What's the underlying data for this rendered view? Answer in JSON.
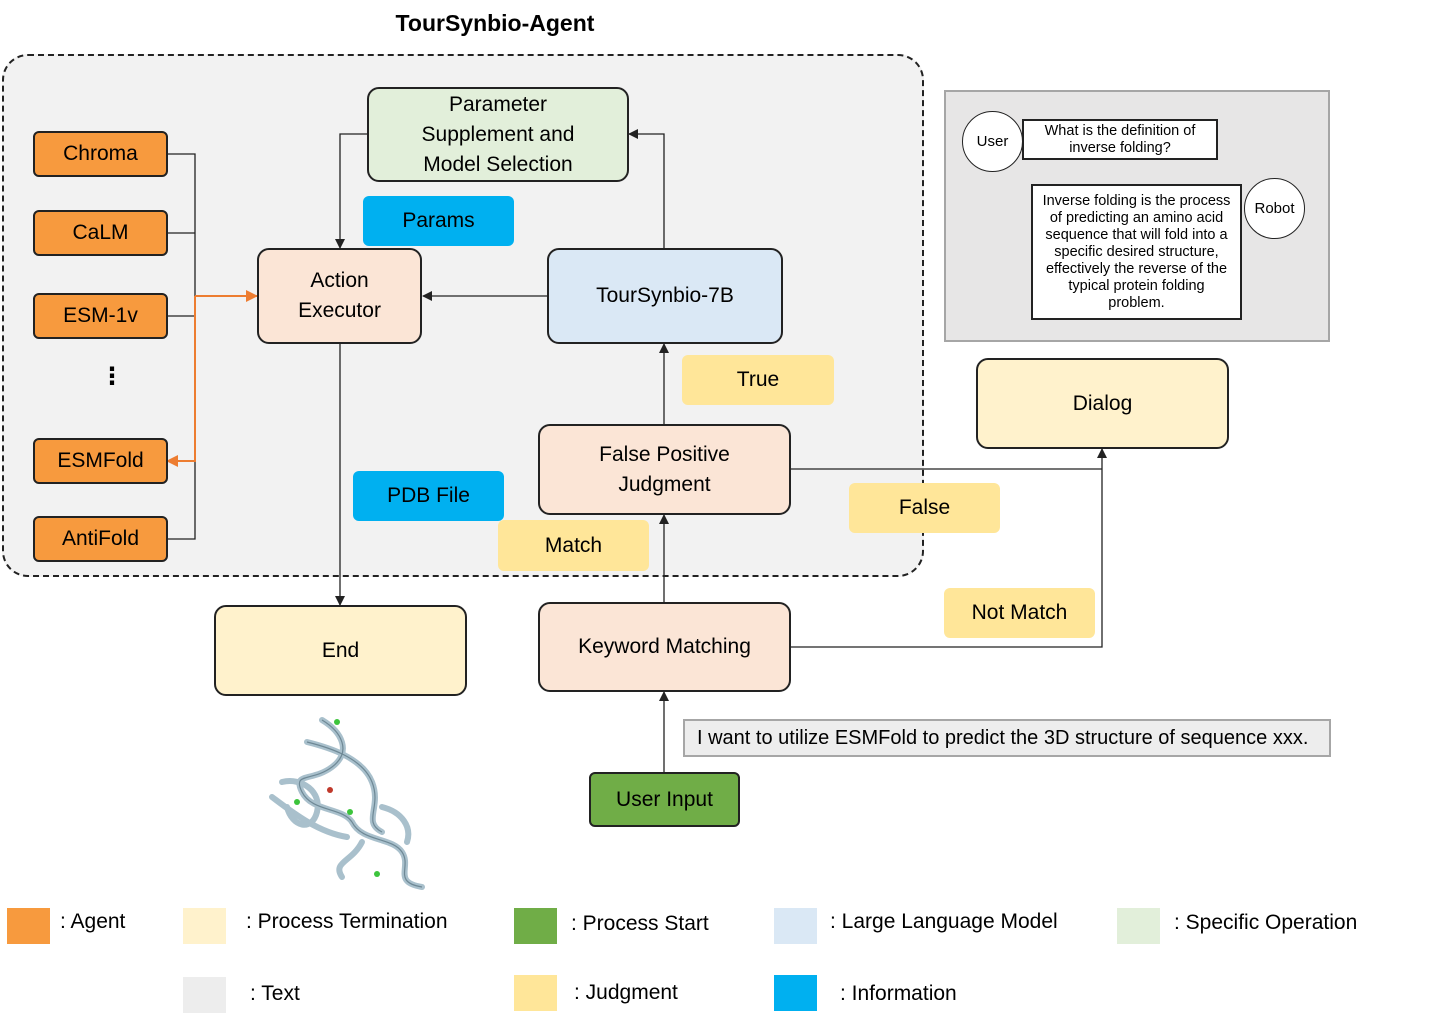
{
  "title": "TourSynbio-Agent",
  "agents": [
    "Chroma",
    "CaLM",
    "ESM-1v",
    "ESMFold",
    "AntiFold"
  ],
  "ellipsis": "⋮",
  "nodes": {
    "parameter": "Parameter Supplement and Model Selection",
    "action": "Action Executor",
    "llm": "TourSynbio-7B",
    "false_positive": "False Positive Judgment",
    "keyword": "Keyword Matching",
    "end": "End",
    "user_input": "User Input",
    "dialog": "Dialog"
  },
  "labels": {
    "params": "Params",
    "pdb": "PDB File",
    "true": "True",
    "false": "False",
    "match": "Match",
    "not_match": "Not Match"
  },
  "user_input_text": "I want to utilize ESMFold to predict the 3D structure of sequence xxx.",
  "chat": {
    "user_label": "User",
    "robot_label": "Robot",
    "question": "What is the definition of inverse folding?",
    "answer": "Inverse folding is the process of predicting an amino acid sequence that will fold into a specific desired structure, effectively the reverse of the typical protein folding problem."
  },
  "legend": [
    {
      "label": ": Agent",
      "color": "#f79a3e"
    },
    {
      "label": ": Process Termination",
      "color": "#fff2cc"
    },
    {
      "label": ": Process Start",
      "color": "#70ad47"
    },
    {
      "label": ": Large Language Model",
      "color": "#dae8f5"
    },
    {
      "label": ": Specific Operation",
      "color": "#e2efda"
    },
    {
      "label": ": Text",
      "color": "#ededed"
    },
    {
      "label": ": Judgment",
      "color": "#ffe699"
    },
    {
      "label": ": Information",
      "color": "#00b0f0"
    }
  ],
  "colors": {
    "arrow": "#222222",
    "agent_arrow": "#ed7d31"
  }
}
